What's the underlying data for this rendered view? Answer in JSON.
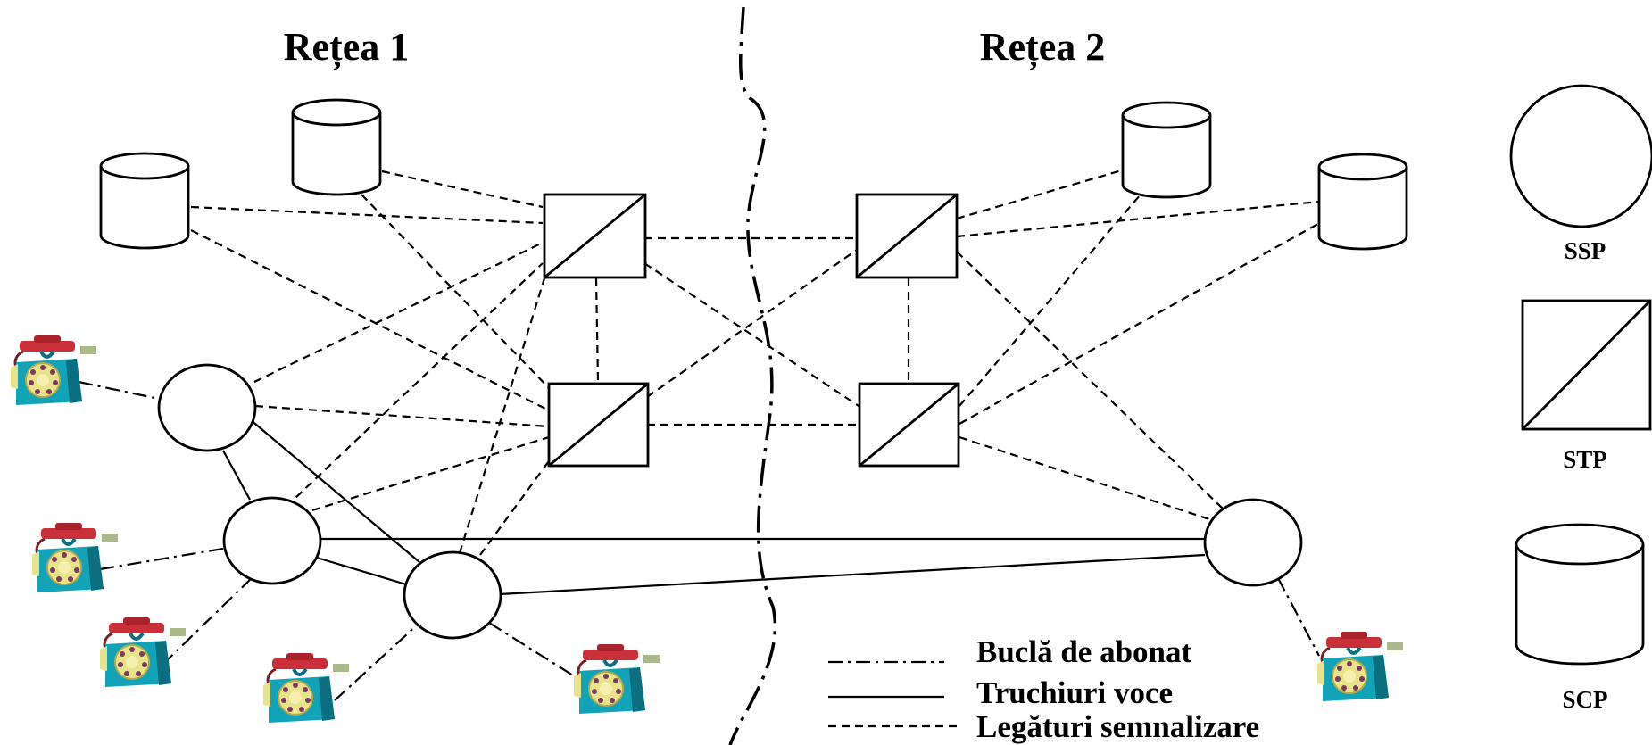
{
  "titles": {
    "network1": "Rețea 1",
    "network2": "Rețea 2"
  },
  "legend": {
    "subscriber_loop": "Buclă de abonat",
    "voice_trunks": "Truchiuri voce",
    "signaling_links": "Legături semnalizare"
  },
  "key": {
    "ssp": "SSP",
    "stp": "STP",
    "scp": "SCP"
  },
  "colors": {
    "phone_body": "#13a3b8",
    "phone_body_dark": "#0b6f80",
    "phone_handset": "#c9303a",
    "phone_dial": "#e8e38a",
    "phone_dial_holes": "#7a3a60",
    "phone_card": "#a9b98a"
  },
  "icons": [
    "telephone-icon",
    "ssp-node-icon",
    "stp-node-icon",
    "scp-node-icon"
  ]
}
